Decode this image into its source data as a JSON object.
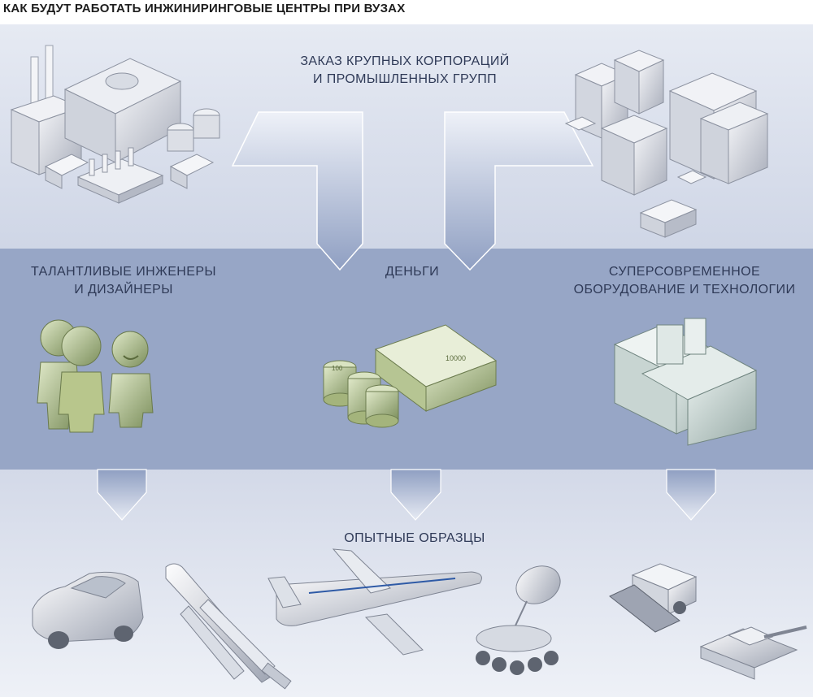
{
  "title": "КАК БУДУТ РАБОТАТЬ ИНЖИНИРИНГОВЫЕ ЦЕНТРЫ ПРИ ВУЗАХ",
  "top": {
    "line1": "ЗАКАЗ КРУПНЫХ КОРПОРАЦИЙ",
    "line2": "И ПРОМЫШЛЕННЫХ ГРУПП"
  },
  "middle": {
    "engineers": {
      "line1": "ТАЛАНТЛИВЫЕ ИНЖЕНЕРЫ",
      "line2": "И ДИЗАЙНЕРЫ"
    },
    "money": {
      "line1": "ДЕНЬГИ"
    },
    "equipment": {
      "line1": "СУПЕРСОВРЕМЕННОЕ",
      "line2": "ОБОРУДОВАНИЕ И ТЕХНОЛОГИИ"
    }
  },
  "bottom": {
    "line1": "ОПЫТНЫЕ ОБРАЗЦЫ"
  },
  "money_labels": {
    "coin": "100",
    "bill": "10000"
  },
  "colors": {
    "top_band": "#dfe4ef",
    "middle_band": "#97a6c6",
    "bottom_band": "#e3e7f1",
    "text": "#2f3a57",
    "green_icons": "#a9bb8a"
  }
}
